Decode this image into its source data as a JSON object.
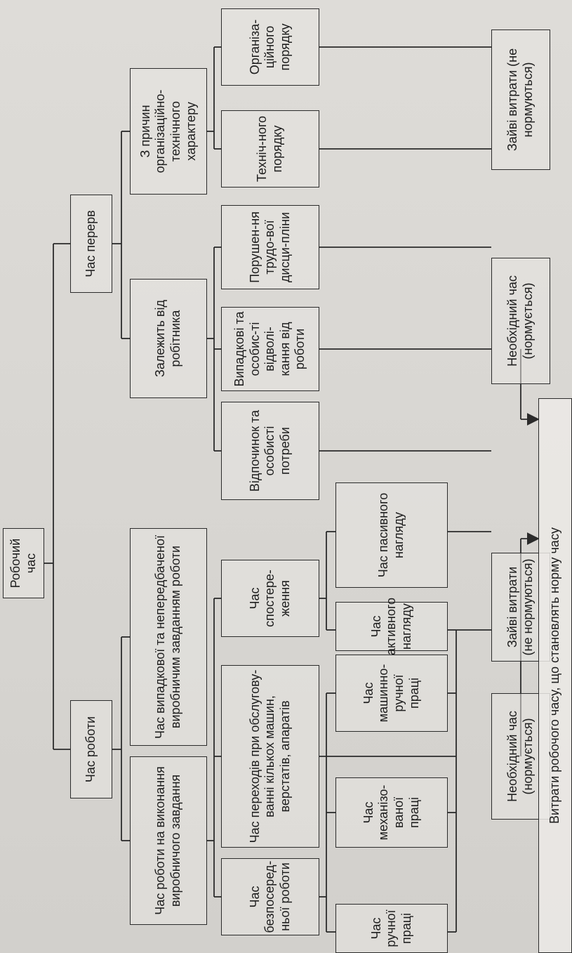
{
  "root": "Робочий час",
  "level1": {
    "work": "Час роботи",
    "breaks": "Час перерв"
  },
  "level2": {
    "task": "Час роботи на виконання виробничого завдання",
    "unforeseen": "Час випадкової та непередбаченої виробничим завданням роботи",
    "worker": "Залежить від робітника",
    "orgtech": "З причин організаційно-технічного характеру"
  },
  "level3": {
    "direct": "Час безпосеред-ньої роботи",
    "transitions": "Час переходів при обслугову-ванні кількох машин, верстатів, апаратів",
    "observation": "Час спостере-ження",
    "rest": "Відпочинок та особисті потреби",
    "leave": "Випадкові та особис-ті відволі-кання від роботи",
    "violations": "Порушен-ня трудо-вої дисци-пліни",
    "technical": "Техніч-ного порядку",
    "organizational": "Організа-ційного порядку"
  },
  "level4": {
    "manual": "Час ручної праці",
    "mechanized": "Час механізо-ваної праці",
    "machine_manual": "Час машинно-ручної праці",
    "active": "Час активного нагляду",
    "passive": "Час пасивного нагляду"
  },
  "bottom": {
    "necessary_1": "Необхідний час (нормується)",
    "excess_1": "Зайві витрати (не нормуються)",
    "necessary_2": "Необхідний час (нормується)",
    "excess_2": "Зайві витрати (не нормуються)",
    "norm": "Витрати робочого часу, що становлять норму часу"
  }
}
